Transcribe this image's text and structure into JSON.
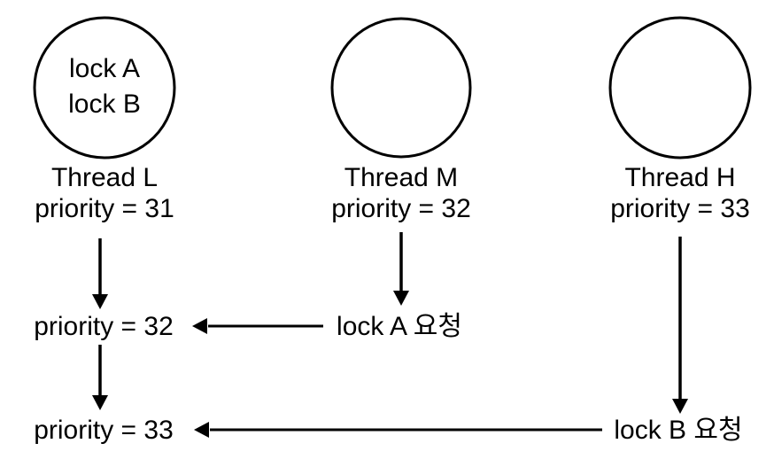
{
  "colors": {
    "stroke": "#000000",
    "text": "#000000",
    "background": "#ffffff"
  },
  "threads": [
    {
      "name": "Thread L",
      "priority": "priority = 31",
      "locks_held": [
        "lock A",
        "lock B"
      ]
    },
    {
      "name": "Thread M",
      "priority": "priority = 32",
      "locks_held": []
    },
    {
      "name": "Thread H",
      "priority": "priority = 33",
      "locks_held": []
    }
  ],
  "events": {
    "row1": {
      "priority_change": "priority = 32",
      "request": "lock A 요청"
    },
    "row2": {
      "priority_change": "priority = 33",
      "request": "lock B 요청"
    }
  }
}
